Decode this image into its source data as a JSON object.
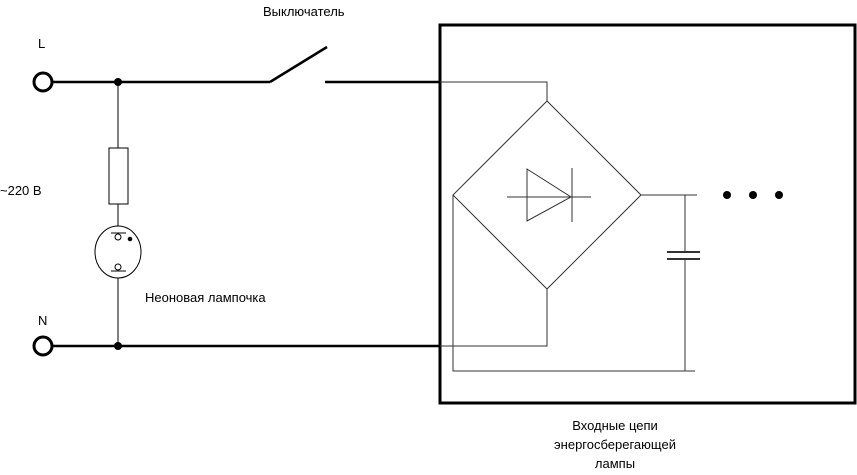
{
  "labels": {
    "switch": "Выключатель",
    "line": "L",
    "neutral": "N",
    "voltage": "~220 В",
    "neon_lamp": "Неоновая лампочка",
    "block_caption": [
      "Входные цепи",
      "энергосберегающей",
      "лампы"
    ]
  },
  "colors": {
    "wire": "#000000",
    "thin_wire": "#333333"
  }
}
